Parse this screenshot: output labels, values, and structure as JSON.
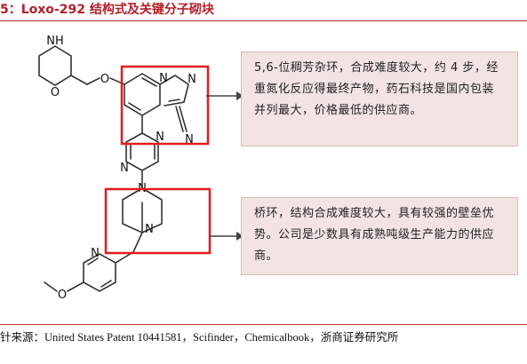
{
  "figure": {
    "title": "5：Loxo-292 结构式及关键分子砌块",
    "atoms": {
      "nh": "NH",
      "o_ring": "O",
      "o_ether": "O",
      "n_pyrazolo_1": "N",
      "n_pyrazolo_2": "N",
      "nitrile": "N",
      "n_pyrazine_1": "N",
      "n_pyrazine_2": "N",
      "n_bicyclic_1": "N",
      "n_bicyclic_2": "N",
      "n_pyridine": "N",
      "o_methoxy": "O"
    },
    "notes": [
      {
        "text": "5,6-位稠芳杂环，合成难度较大，约 4 步，经重氮化反应得最终产物，药石科技是国内包装并列最大，价格最低的供应商。"
      },
      {
        "text": "桥环，结构合成难度较大，具有较强的壁垒优势。公司是少数具有成熟吨级生产能力的供应商。"
      }
    ],
    "source": "针来源：United States Patent 10441581，Scifinder，Chemicalbook，浙商证券研究所"
  },
  "colors": {
    "title": "#b3202a",
    "highlight_box": "#e31b23",
    "note_bg": "#f4e3e3",
    "bond": "#333333"
  }
}
